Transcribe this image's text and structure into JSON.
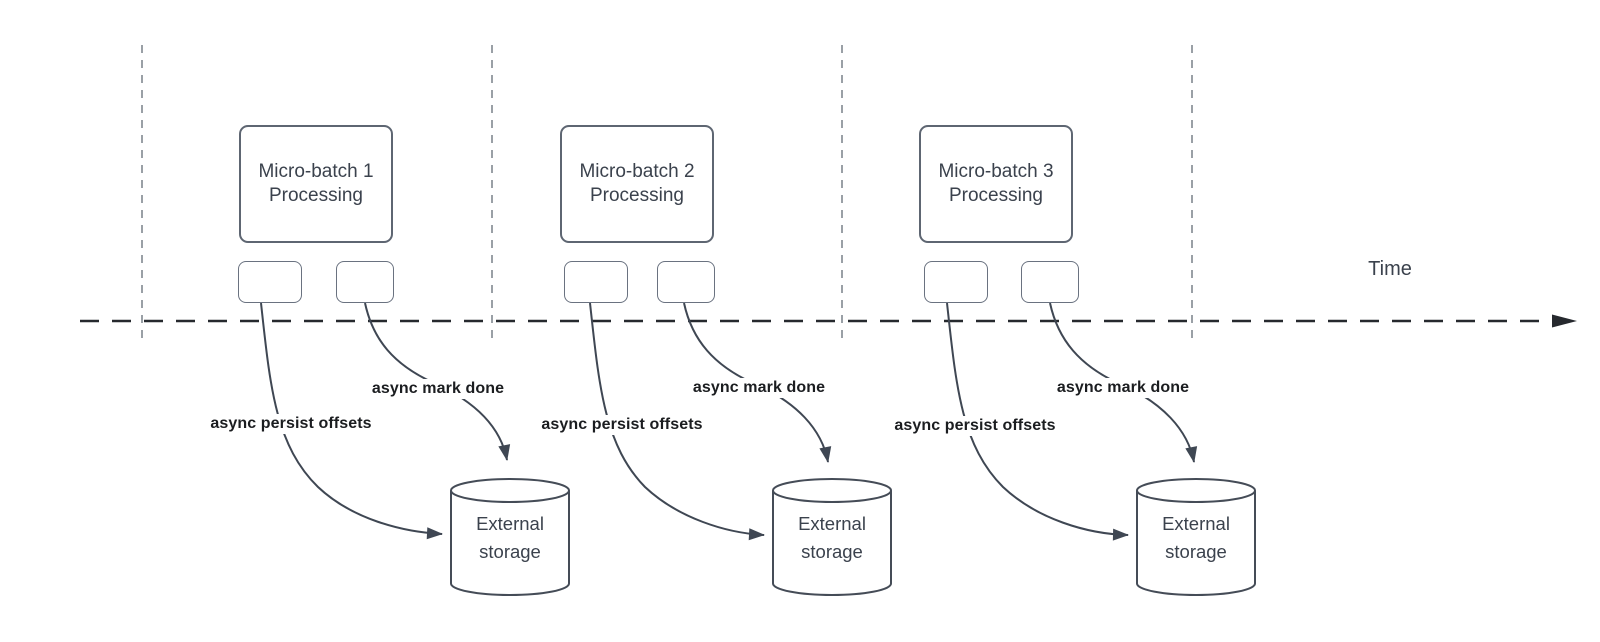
{
  "diagram": {
    "time_label": "Time",
    "groups": [
      {
        "title_line1": "Micro-batch 1",
        "title_line2": "Processing",
        "persist_label": "async persist offsets",
        "done_label": "async mark done",
        "storage_line1": "External",
        "storage_line2": "storage"
      },
      {
        "title_line1": "Micro-batch 2",
        "title_line2": "Processing",
        "persist_label": "async persist offsets",
        "done_label": "async mark done",
        "storage_line1": "External",
        "storage_line2": "storage"
      },
      {
        "title_line1": "Micro-batch 3",
        "title_line2": "Processing",
        "persist_label": "async persist offsets",
        "done_label": "async mark done",
        "storage_line1": "External",
        "storage_line2": "storage"
      }
    ],
    "colors": {
      "flow_arrow": "#3f4753",
      "timeline": "#26292e",
      "shape_border": "#5e6672",
      "cylinder_border": "#454c57",
      "boundary_line": "#9aa0a6",
      "label_text": "#1b1d20",
      "shape_text": "#3b424d"
    }
  }
}
